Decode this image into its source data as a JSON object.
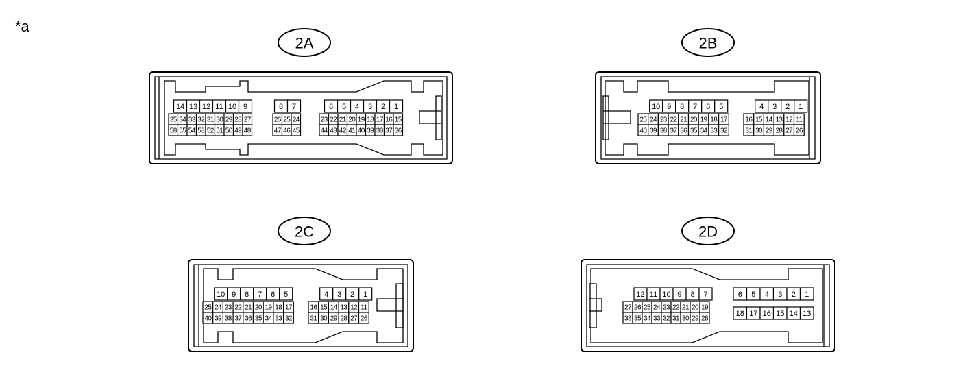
{
  "figure_label": "*a",
  "connectors": [
    {
      "id": "2A",
      "blocks": [
        {
          "rows": [
            [
              "14",
              "13",
              "12",
              "11",
              "10",
              "9"
            ],
            [
              "35",
              "34",
              "33",
              "32",
              "31",
              "30",
              "29",
              "28",
              "27"
            ],
            [
              "58",
              "55",
              "54",
              "53",
              "52",
              "51",
              "50",
              "49",
              "48"
            ]
          ]
        },
        {
          "rows": [
            [
              "8",
              "7"
            ],
            [
              "26",
              "25",
              "24"
            ],
            [
              "47",
              "46",
              "45"
            ]
          ]
        },
        {
          "rows": [
            [
              "6",
              "5",
              "4",
              "3",
              "2",
              "1"
            ],
            [
              "23",
              "22",
              "21",
              "20",
              "19",
              "18",
              "17",
              "16",
              "15"
            ],
            [
              "44",
              "43",
              "42",
              "41",
              "40",
              "39",
              "38",
              "37",
              "36"
            ]
          ]
        }
      ]
    },
    {
      "id": "2B",
      "blocks": [
        {
          "rows": [
            [
              "10",
              "9",
              "8",
              "7",
              "6",
              "5"
            ],
            [
              "25",
              "24",
              "23",
              "22",
              "21",
              "20",
              "19",
              "18",
              "17"
            ],
            [
              "40",
              "39",
              "38",
              "37",
              "36",
              "35",
              "34",
              "33",
              "32"
            ]
          ]
        },
        {
          "rows": [
            [
              "4",
              "3",
              "2",
              "1"
            ],
            [
              "16",
              "15",
              "14",
              "13",
              "12",
              "11"
            ],
            [
              "31",
              "30",
              "29",
              "28",
              "27",
              "26"
            ]
          ]
        }
      ]
    },
    {
      "id": "2C",
      "blocks": [
        {
          "rows": [
            [
              "10",
              "9",
              "8",
              "7",
              "6",
              "5"
            ],
            [
              "25",
              "24",
              "23",
              "22",
              "21",
              "20",
              "19",
              "18",
              "17"
            ],
            [
              "40",
              "39",
              "38",
              "37",
              "36",
              "35",
              "34",
              "33",
              "32"
            ]
          ]
        },
        {
          "rows": [
            [
              "4",
              "3",
              "2",
              "1"
            ],
            [
              "16",
              "15",
              "14",
              "13",
              "12",
              "11"
            ],
            [
              "31",
              "30",
              "29",
              "28",
              "27",
              "26"
            ]
          ]
        }
      ]
    },
    {
      "id": "2D",
      "blocks": [
        {
          "rows": [
            [
              "12",
              "11",
              "10",
              "9",
              "8",
              "7"
            ],
            [
              "27",
              "26",
              "25",
              "24",
              "23",
              "22",
              "21",
              "20",
              "19"
            ],
            [
              "38",
              "35",
              "34",
              "33",
              "32",
              "31",
              "30",
              "29",
              "28"
            ]
          ]
        },
        {
          "rows": [
            [
              "6",
              "5",
              "4",
              "3",
              "2",
              "1"
            ],
            [],
            [
              "18",
              "17",
              "16",
              "15",
              "14",
              "13"
            ]
          ]
        }
      ]
    }
  ]
}
